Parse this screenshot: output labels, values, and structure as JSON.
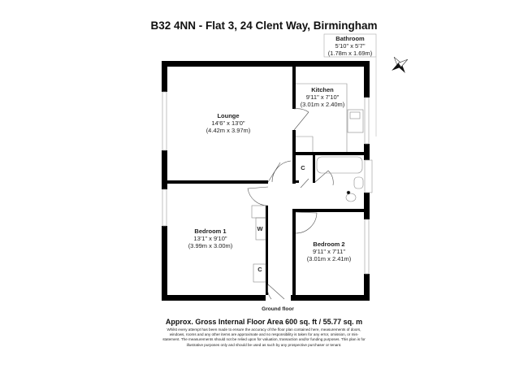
{
  "title": "B32 4NN - Flat 3, 24 Clent Way, Birmingham",
  "rooms": {
    "bathroom": {
      "name": "Bathroom",
      "imperial": "5'10\" x 5'7\"",
      "metric": "(1.78m x 1.69m)"
    },
    "kitchen": {
      "name": "Kitchen",
      "imperial": "9'11\" x 7'10\"",
      "metric": "(3.01m x 2.40m)"
    },
    "lounge": {
      "name": "Lounge",
      "imperial": "14'6\" x 13'0\"",
      "metric": "(4.42m x 3.97m)"
    },
    "bedroom1": {
      "name": "Bedroom 1",
      "imperial": "13'1\" x 9'10\"",
      "metric": "(3.99m x 3.00m)"
    },
    "bedroom2": {
      "name": "Bedroom 2",
      "imperial": "9'11\" x 7'11\"",
      "metric": "(3.01m x 2.41m)"
    }
  },
  "closets": {
    "cupboard_label": "C",
    "wardrobe_label": "W"
  },
  "floor_label": "Ground floor",
  "area": "Approx. Gross Internal Floor Area 600 sq. ft / 55.77 sq. m",
  "disclaimer": "Whilst every attempt has been made to ensure the accuracy of the floor plan contained here, measurements of doors, windows, rooms and any other items are approximate and no responsibility is taken for any error, omission, or mis-statement. The measurements should not be relied upon for valuation, transaction and/or funding purposes. This plan is for illustrative purposes only and should be used as such by any prospective purchaser or tenant.",
  "icons": {
    "compass": "compass-rose-icon"
  }
}
